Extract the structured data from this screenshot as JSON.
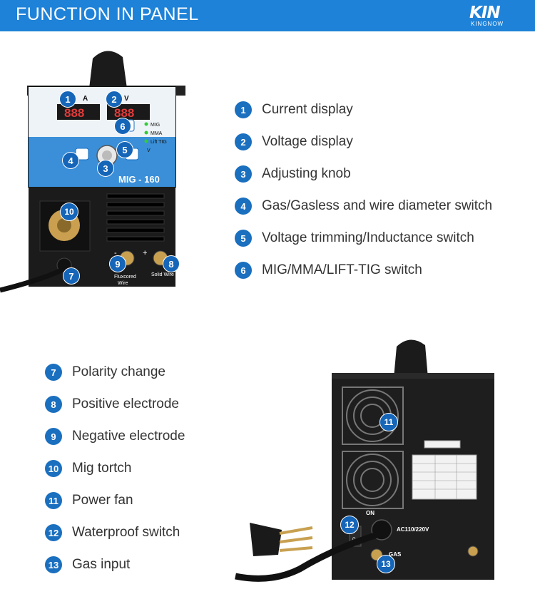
{
  "header": {
    "title": "FUNCTION IN PANEL"
  },
  "logo": {
    "mark": "KIN",
    "name": "KINGNOW"
  },
  "colors": {
    "header": "#1e82d8",
    "badge": "#1a6fbf",
    "text": "#333333"
  },
  "features_front": [
    {
      "num": "1",
      "label": "Current display"
    },
    {
      "num": "2",
      "label": "Voltage display"
    },
    {
      "num": "3",
      "label": "Adjusting knob"
    },
    {
      "num": "4",
      "label": "Gas/Gasless and wire diameter switch"
    },
    {
      "num": "5",
      "label": "Voltage trimming/Inductance switch"
    },
    {
      "num": "6",
      "label": "MIG/MMA/LIFT-TIG switch"
    }
  ],
  "features_back": [
    {
      "num": "7",
      "label": "Polarity change"
    },
    {
      "num": "8",
      "label": "Positive electrode"
    },
    {
      "num": "9",
      "label": "Negative electrode"
    },
    {
      "num": "10",
      "label": "Mig tortch"
    },
    {
      "num": "11",
      "label": "Power fan"
    },
    {
      "num": "12",
      "label": "Waterproof switch"
    },
    {
      "num": "13",
      "label": "Gas input"
    }
  ],
  "front_panel": {
    "amp_unit": "A",
    "volt_unit": "V",
    "amp_display": "888",
    "volt_display": "888",
    "model": "MIG - 160",
    "modes": [
      "MIG",
      "MMA",
      "Lift TIG"
    ],
    "trim_v": "V",
    "polarity_minus": "-",
    "polarity_plus": "+",
    "flux_label_1": "Fluxcored",
    "flux_label_2": "Wire",
    "solid_label": "Solid Wire"
  },
  "back_panel": {
    "on_label": "ON",
    "power_label": "AC110/220V",
    "gas_label": "GAS",
    "switch_off": "0"
  }
}
